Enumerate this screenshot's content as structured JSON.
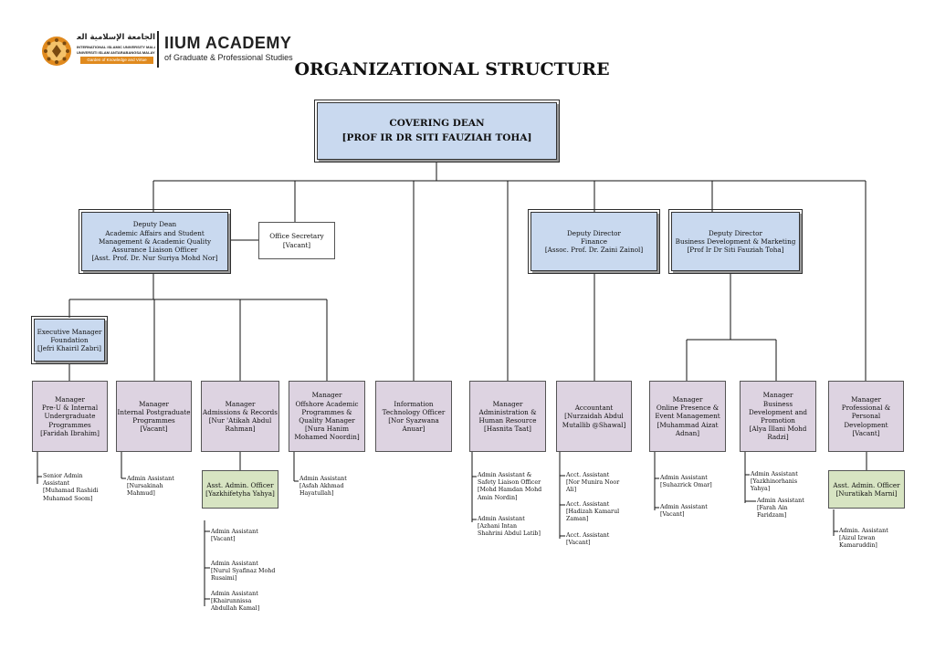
{
  "header": {
    "logo_arabic": "الجامعة الإسلامية العالمية ماليزيا",
    "logo_english": "INTERNATIONAL ISLAMIC UNIVERSITY MALAYSIA",
    "logo_malay": "UNIVERSITI ISLAM ANTARABANGSA MALAYSIA",
    "logo_tagline": "Garden of Knowledge and Virtue",
    "academy_name": "IIUM ACADEMY",
    "academy_subtitle": "of Graduate & Professional Studies"
  },
  "page_title": "ORGANIZATIONAL STRUCTURE",
  "top": {
    "title": "COVERING DEAN",
    "name": "[PROF IR DR SITI FAUZIAH TOHA]"
  },
  "deputy_dean": {
    "lines": [
      "Deputy Dean",
      "Academic Affairs and Student",
      "Management & Academic Quality",
      "Assurance Liaison Officer",
      "[Asst. Prof. Dr. Nur Suriya Mohd Nor]"
    ]
  },
  "office_secretary": {
    "lines": [
      "Office Secretary",
      "[Vacant]"
    ]
  },
  "deputy_finance": {
    "lines": [
      "Deputy Director",
      "Finance",
      "[Assoc. Prof. Dr. Zaini Zainol]"
    ]
  },
  "deputy_bizdev": {
    "lines": [
      "Deputy Director",
      "Business Development & Marketing",
      "[Prof Ir Dr Siti Fauziah Toha]"
    ]
  },
  "exec_manager": {
    "lines": [
      "Executive Manager",
      "Foundation",
      "[Jefri Khairil Zabri]"
    ]
  },
  "managers": [
    {
      "lines": [
        "Manager",
        "Pre-U & Internal",
        "Undergraduate",
        "Programmes",
        "[Faridah Ibrahim]"
      ]
    },
    {
      "lines": [
        "Manager",
        "Internal Postgraduate",
        "Programmes",
        "[Vacant]"
      ]
    },
    {
      "lines": [
        "Manager",
        "Admissions & Records",
        "[Nur 'Atikah Abdul",
        "Rahman]"
      ]
    },
    {
      "lines": [
        "Manager",
        "Offshore Academic",
        "Programmes &",
        "Quality Manager",
        "[Nura Hanim",
        "Mohamed Noordin]"
      ]
    },
    {
      "lines": [
        "Information",
        "Technology Officer",
        "[Nor Syazwana",
        "Anuar]"
      ]
    },
    {
      "lines": [
        "Manager",
        "Administration &",
        "Human Resource",
        "[Hasnita Taat]"
      ]
    },
    {
      "lines": [
        "Accountant",
        "[Nurzaidah Abdul",
        "Mutallib @Shawal]"
      ]
    },
    {
      "lines": [
        "Manager",
        "Online Presence &",
        "Event Management",
        "[Muhammad Aizat",
        "Adnan]"
      ]
    },
    {
      "lines": [
        "Manager",
        "Business",
        "Development and",
        "Promotion",
        "[Alya Illani Mohd",
        "Radzi]"
      ]
    },
    {
      "lines": [
        "Manager",
        "Professional &",
        "Personal",
        "Development",
        "[Vacant]"
      ]
    }
  ],
  "asst_officers": [
    {
      "lines": [
        "Asst. Admin. Officer",
        "[Yazkhifetyha Yahya]"
      ]
    },
    {
      "lines": [
        "Asst. Admin. Officer",
        "[Nuratikah Marni]"
      ]
    }
  ],
  "subordinates": {
    "col1": [
      {
        "lines": [
          "Senior Admin",
          "Assistant",
          "[Muhamad Rashidi",
          "Muhamad Soom]"
        ]
      }
    ],
    "col2": [
      {
        "lines": [
          "Admin Assistant",
          "[Nursakinah",
          "Mahmud]"
        ]
      }
    ],
    "col3": [
      {
        "lines": [
          "Admin Assistant",
          "[Vacant]"
        ]
      },
      {
        "lines": [
          "Admin Assistant",
          "[Nurul Syafinaz Mohd",
          "Rusaimi]"
        ]
      },
      {
        "lines": [
          "Admin Assistant",
          "[Khairunnissa",
          "Abdullah Kamal]"
        ]
      }
    ],
    "col4": [
      {
        "lines": [
          "Admin Assistant",
          "[Asfah Akhmad",
          "Hayatullah]"
        ]
      }
    ],
    "col6": [
      {
        "lines": [
          "Admin Assistant &",
          "Safety Liaison Officer",
          "[Mohd Hamdan Mohd",
          "Amin Nordin]"
        ]
      },
      {
        "lines": [
          "Admin Assistant",
          "[Azhani Intan",
          "Shahrini Abdul Latib]"
        ]
      }
    ],
    "col7": [
      {
        "lines": [
          "Acct. Assistant",
          "[Nor Munira Noor",
          "Ali]"
        ]
      },
      {
        "lines": [
          "Acct. Assistant",
          "[Hadizah Kamarul",
          "Zaman]"
        ]
      },
      {
        "lines": [
          "Acct. Assistant",
          "[Vacant]"
        ]
      }
    ],
    "col8": [
      {
        "lines": [
          "Admin Assistant",
          "[Suhazrick Omar]"
        ]
      },
      {
        "lines": [
          "Admin Assistant",
          "[Vacant]"
        ]
      }
    ],
    "col9": [
      {
        "lines": [
          "Admin Assistant",
          "[Yazkhinorhanis",
          "Yahya]"
        ]
      },
      {
        "lines": [
          "Admin Assistant",
          "[Farah Ain",
          "Faridzam]"
        ]
      }
    ],
    "col10": [
      {
        "lines": [
          "Admin.  Assistant",
          "[Aizul Izwan",
          "Kamaruddin]"
        ]
      }
    ]
  },
  "colors": {
    "blue_box": "#c9d9ef",
    "lavender_box": "#ddd3e1",
    "green_box": "#d7e4c2",
    "line": "#111111",
    "logo_orange": "#e08a1e"
  }
}
